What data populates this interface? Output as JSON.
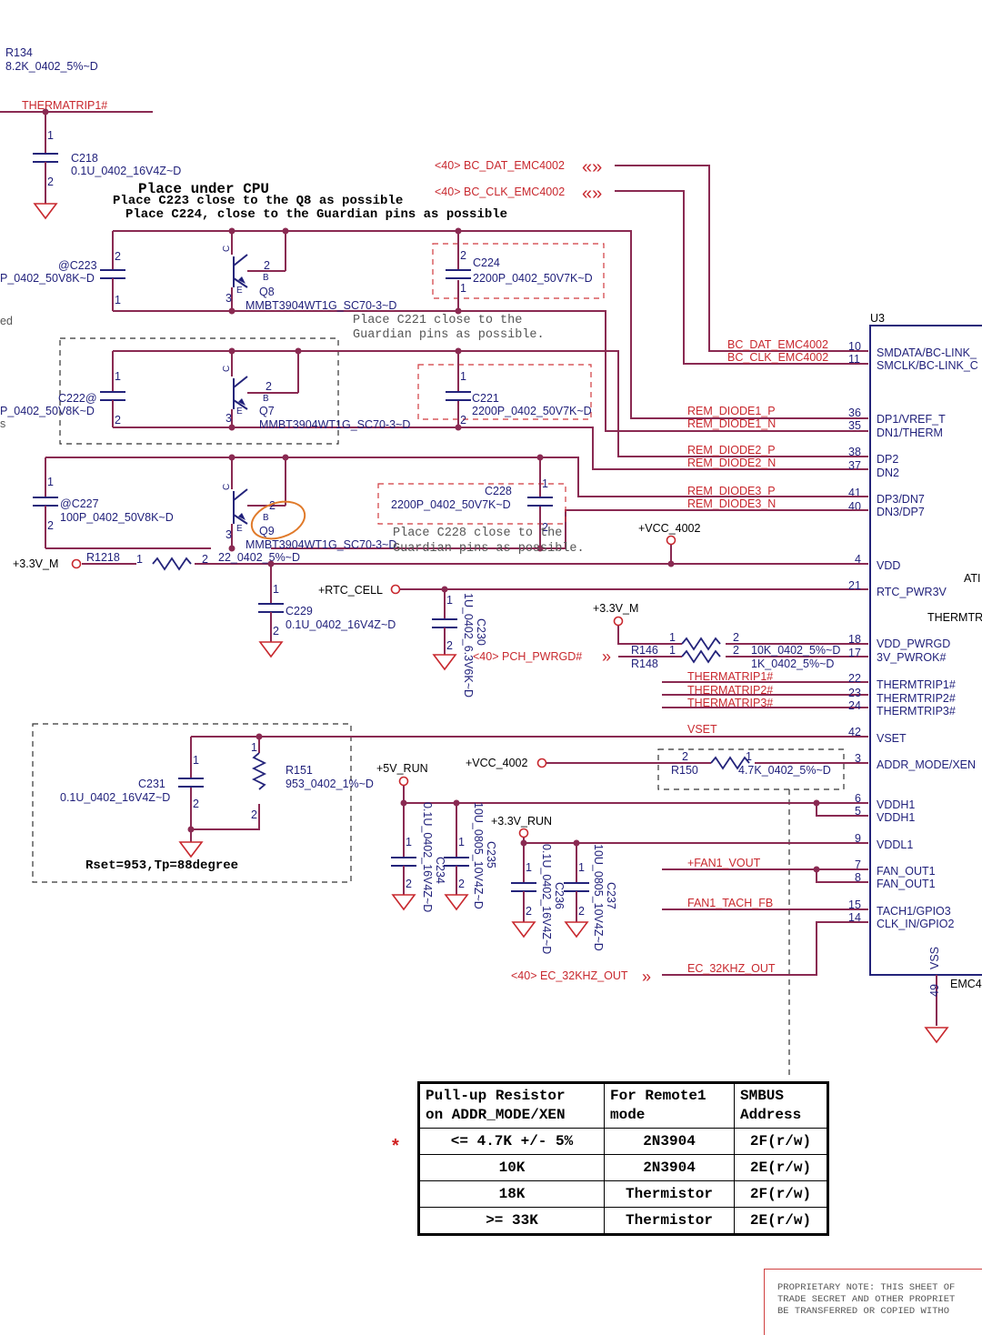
{
  "components": {
    "r134": {
      "ref": "R134",
      "value": "8.2K_0402_5%~D"
    },
    "c218": {
      "ref": "C218",
      "value": "0.1U_0402_16V4Z~D"
    },
    "c223": {
      "ref": "@C223",
      "value": "P_0402_50V8K~D"
    },
    "c222": {
      "ref": "C222@",
      "value": "P_0402_50V8K~D"
    },
    "c227": {
      "ref": "@C227",
      "value": "100P_0402_50V8K~D"
    },
    "c224": {
      "ref": "C224",
      "value": "2200P_0402_50V7K~D"
    },
    "c221": {
      "ref": "C221",
      "value": "2200P_0402_50V7K~D"
    },
    "c228": {
      "ref": "C228",
      "value": "2200P_0402_50V7K~D"
    },
    "q8": {
      "ref": "Q8",
      "value": "MMBT3904WT1G_SC70-3~D"
    },
    "q7": {
      "ref": "Q7",
      "value": "MMBT3904WT1G_SC70-3~D"
    },
    "q9": {
      "ref": "Q9",
      "value": "MMBT3904WT1G_SC70-3~D"
    },
    "r1218": {
      "ref": "R1218",
      "value": "22_0402_5%~D"
    },
    "c229": {
      "ref": "C229",
      "value": "0.1U_0402_16V4Z~D"
    },
    "c230": {
      "ref": "C230",
      "value": "1U_0402_6.3V6K~D"
    },
    "r146": {
      "ref": "R146",
      "value": "10K_0402_5%~D"
    },
    "r148": {
      "ref": "R148",
      "value": "1K_0402_5%~D"
    },
    "c231": {
      "ref": "C231",
      "value": "0.1U_0402_16V4Z~D"
    },
    "r151": {
      "ref": "R151",
      "value": "953_0402_1%~D"
    },
    "r150": {
      "ref": "R150",
      "value": "4.7K_0402_5%~D"
    },
    "c234": {
      "ref": "C234",
      "value": "0.1U_0402_16V4Z~D"
    },
    "c235": {
      "ref": "C235",
      "value": "10U_0805_10V4Z~D"
    },
    "c236": {
      "ref": "C236",
      "value": "0.1U_0402_16V4Z~D"
    },
    "c237": {
      "ref": "C237",
      "value": "10U_0805_10V4Z~D"
    },
    "u3": {
      "ref": "U3",
      "part": "EMC4"
    }
  },
  "notes": {
    "place_under_cpu": "Place under CPU",
    "c223_note": "Place C223 close to the Q8 as possible",
    "c224_note": "Place C224, close to the Guardian pins as possible",
    "c221_note_1": "Place C221 close to the",
    "c221_note_2": "Guardian pins as possible.",
    "c228_note_1": "Place C228 close to the",
    "c228_note_2": "Guardian pins as possible.",
    "rset_note": "Rset=953,Tp=88degree",
    "left_edge_1": "ed",
    "left_edge_2": "s"
  },
  "nets": {
    "thermatrip1": "THERMATRIP1#",
    "bc_dat": "<40>  BC_DAT_EMC4002",
    "bc_clk": "<40>  BC_CLK_EMC4002",
    "bc_dat_u": "BC_DAT_EMC4002",
    "bc_clk_u": "BC_CLK_EMC4002",
    "rem_d1p": "REM_DIODE1_P",
    "rem_d1n": "REM_DIODE1_N",
    "rem_d2p": "REM_DIODE2_P",
    "rem_d2n": "REM_DIODE2_N",
    "rem_d3p": "REM_DIODE3_P",
    "rem_d3n": "REM_DIODE3_N",
    "vcc_4002": "+VCC_4002",
    "p3v3_m": "+3.3V_M",
    "rtc_cell": "+RTC_CELL",
    "pch_pwrgd": "<40>  PCH_PWRGD#",
    "thermatrip1_u": "THERMATRIP1#",
    "thermatrip2_u": "THERMATRIP2#",
    "thermatrip3_u": "THERMATRIP3#",
    "vset": "VSET",
    "p5v_run": "+5V_RUN",
    "p3v3_run": "+3.3V_RUN",
    "fan1_vout": "+FAN1_VOUT",
    "fan1_tach": "FAN1_TACH_FB",
    "ec_32khz": "<40>  EC_32KHZ_OUT",
    "ec_32khz_u": "EC_32KHZ_OUT"
  },
  "u3_pins": [
    {
      "num": "10",
      "name": "SMDATA/BC-LINK_"
    },
    {
      "num": "11",
      "name": "SMCLK/BC-LINK_C"
    },
    {
      "num": "36",
      "name": "DP1/VREF_T"
    },
    {
      "num": "35",
      "name": "DN1/THERM"
    },
    {
      "num": "38",
      "name": "DP2"
    },
    {
      "num": "37",
      "name": "DN2"
    },
    {
      "num": "41",
      "name": "DP3/DN7"
    },
    {
      "num": "40",
      "name": "DN3/DP7"
    },
    {
      "num": "4",
      "name": "VDD"
    },
    {
      "num": "21",
      "name": "RTC_PWR3V"
    },
    {
      "num": "18",
      "name": "VDD_PWRGD"
    },
    {
      "num": "17",
      "name": "3V_PWROK#"
    },
    {
      "num": "22",
      "name": "THERMTRIP1#"
    },
    {
      "num": "23",
      "name": "THERMTRIP2#"
    },
    {
      "num": "24",
      "name": "THERMTRIP3#"
    },
    {
      "num": "42",
      "name": "VSET"
    },
    {
      "num": "3",
      "name": "ADDR_MODE/XEN"
    },
    {
      "num": "6",
      "name": "VDDH1"
    },
    {
      "num": "5",
      "name": "VDDH1"
    },
    {
      "num": "9",
      "name": "VDDL1"
    },
    {
      "num": "7",
      "name": "FAN_OUT1"
    },
    {
      "num": "8",
      "name": "FAN_OUT1"
    },
    {
      "num": "15",
      "name": "TACH1/GPIO3"
    },
    {
      "num": "14",
      "name": "CLK_IN/GPIO2"
    },
    {
      "num": "49",
      "name": "VSS"
    }
  ],
  "u3_side_labels": {
    "atr": "ATI",
    "thermtr": "THERMTR"
  },
  "address_table": {
    "headers": [
      "Pull-up Resistor\non ADDR_MODE/XEN",
      "For Remote1\nmode",
      "SMBUS\nAddress"
    ],
    "rows": [
      [
        "<= 4.7K +/- 5%",
        "2N3904",
        "2F(r/w)"
      ],
      [
        "10K",
        "2N3904",
        "2E(r/w)"
      ],
      [
        "18K",
        "Thermistor",
        "2F(r/w)"
      ],
      [
        ">= 33K",
        "Thermistor",
        "2E(r/w)"
      ]
    ],
    "marker": "*"
  },
  "proprietary": [
    "PROPRIETARY NOTE: THIS SHEET OF",
    "TRADE SECRET AND OTHER PROPRIET",
    "BE TRANSFERRED OR COPIED WITHO"
  ],
  "colors": {
    "wire": "#8a2a52",
    "net_label": "#c8282e",
    "part_text": "#1f1f7a",
    "highlight": "#e07a2a"
  }
}
